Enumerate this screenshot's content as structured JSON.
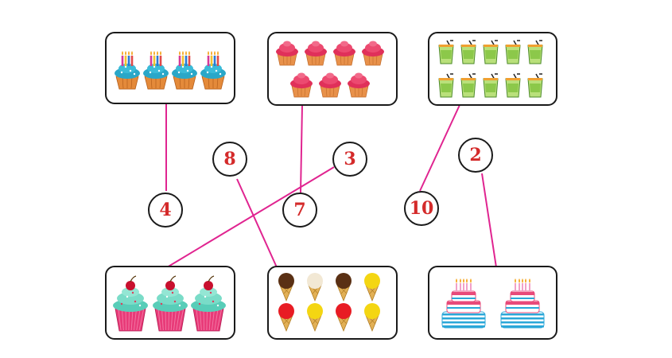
{
  "colors": {
    "line": "#e02490",
    "number": "#d42a2a",
    "border": "#1a1a1a"
  },
  "numbers": [
    {
      "id": "n4",
      "label": "4"
    },
    {
      "id": "n8",
      "label": "8"
    },
    {
      "id": "n3",
      "label": "3"
    },
    {
      "id": "n7",
      "label": "7"
    },
    {
      "id": "n10",
      "label": "10"
    },
    {
      "id": "n2",
      "label": "2"
    }
  ],
  "picture_boxes": [
    {
      "id": "box-candle-cupcakes",
      "item": "cupcake-with-candles-icon",
      "count": 4
    },
    {
      "id": "box-pink-cupcakes",
      "item": "pink-frosted-cupcake-icon",
      "count": 7
    },
    {
      "id": "box-juice-glasses",
      "item": "juice-glass-icon",
      "count": 10
    },
    {
      "id": "box-cherry-cupcakes",
      "item": "cherry-cupcake-icon",
      "count": 3
    },
    {
      "id": "box-ice-creams",
      "item": "ice-cream-cone-icon",
      "count": 8
    },
    {
      "id": "box-birthday-cakes",
      "item": "birthday-cake-icon",
      "count": 2
    }
  ],
  "matches": [
    {
      "from": "box-candle-cupcakes",
      "to": "n4"
    },
    {
      "from": "box-pink-cupcakes",
      "to": "n7"
    },
    {
      "from": "box-juice-glasses",
      "to": "n10"
    },
    {
      "from": "box-cherry-cupcakes",
      "to": "n3"
    },
    {
      "from": "box-ice-creams",
      "to": "n8"
    },
    {
      "from": "box-birthday-cakes",
      "to": "n2"
    }
  ]
}
